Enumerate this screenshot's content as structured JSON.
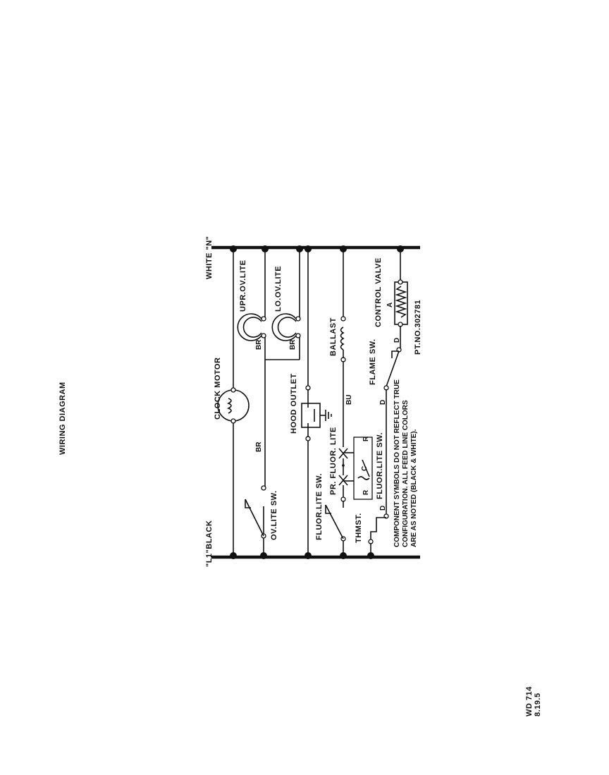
{
  "page": {
    "title": "WIRING DIAGRAM",
    "code_line1": "WD 714",
    "code_line2": "8.19.5"
  },
  "diagram": {
    "left_bus_label": "\"L1\"BLACK",
    "right_bus_label": "WHITE \"N\"",
    "components": {
      "clock_motor": "CLOCK MOTOR",
      "upper_oven_lite": "UPR.OV.LITE",
      "lower_oven_lite": "LO.OV.LITE",
      "oven_lite_switch": "OV.LITE SW.",
      "hood_outlet": "HOOD OUTLET",
      "fluor_lite_switch_main": "FLUOR.LITE SW.",
      "pr_fluor_lite": "PR. FLUOR. LITE",
      "fluor_lite_switch": "FLUOR.LITE SW.",
      "ballast": "BALLAST",
      "thermostat": "THMST.",
      "flame_switch": "FLAME SW.",
      "control_valve": "CONTROL VALVE",
      "part_number": "PT.NO.302781"
    },
    "wire_labels": {
      "br_a": "BR",
      "br_b": "BR",
      "br_c": "BR",
      "bu": "BU",
      "d_a": "D",
      "d_b": "D",
      "d_c": "D",
      "r_a": "R",
      "r_b": "R",
      "c": "C"
    },
    "note_line1": "COMPONENT SYMBOLS DO NOT REFLECT TRUE",
    "note_line2": "CONFIGURATION. ALL FEED LINE COLORS",
    "note_line3": "ARE AS NOTED (BLACK & WHITE)."
  }
}
